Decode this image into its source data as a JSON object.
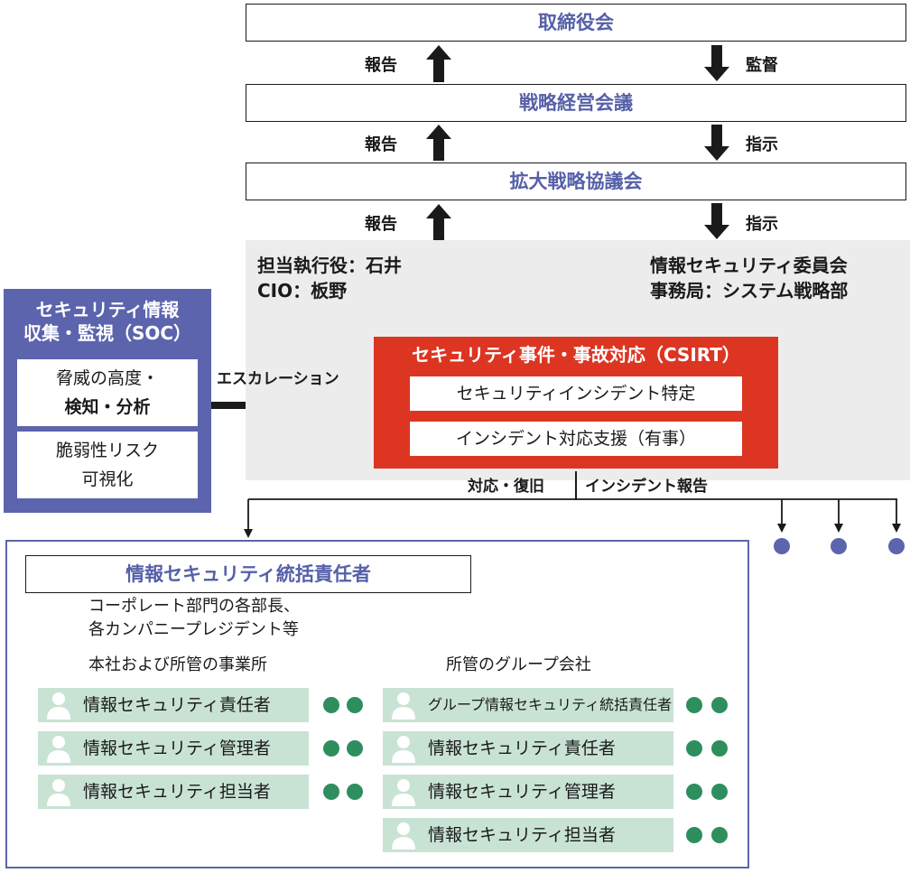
{
  "governance": {
    "board": "取締役会",
    "strategy_meeting": "戦略経営会議",
    "expanded_council": "拡大戦略協議会",
    "report_label": "報告",
    "supervise_label": "監督",
    "direct_label": "指示"
  },
  "officers": {
    "executive": "担当執行役：石井",
    "cio": "CIO：板野",
    "committee": "情報セキュリティ委員会",
    "secretariat": "事務局：システム戦略部"
  },
  "csirt": {
    "title": "セキュリティ事件・事故対応（CSIRT）",
    "item1": "セキュリティインシデント特定",
    "item2": "インシデント対応支援（有事）"
  },
  "soc": {
    "title_line1": "セキュリティ情報",
    "title_line2": "収集・監視（SOC）",
    "box1_line1": "脅威の高度・",
    "box1_line2": "検知・分析",
    "box2_line1": "脆弱性リスク",
    "box2_line2": "可視化"
  },
  "escalation_label": "エスカレーション",
  "response_label": "対応・復旧",
  "incident_report_label": "インシデント報告",
  "org": {
    "chief": "情報セキュリティ統括責任者",
    "desc_line1": "コーポレート部門の各部長、",
    "desc_line2": "各カンパニープレジデント等",
    "hq_label": "本社および所管の事業所",
    "group_label": "所管のグループ会社",
    "left_roles": [
      "情報セキュリティ責任者",
      "情報セキュリティ管理者",
      "情報セキュリティ担当者"
    ],
    "right_roles": [
      "グループ情報セキュリティ統括責任者",
      "情報セキュリティ責任者",
      "情報セキュリティ管理者",
      "情報セキュリティ担当者"
    ]
  },
  "colors": {
    "accent_blue": "#5c64ad",
    "csirt_red": "#dc3522",
    "role_green": "#c8e3d4",
    "dot_green": "#2e8e5e"
  }
}
